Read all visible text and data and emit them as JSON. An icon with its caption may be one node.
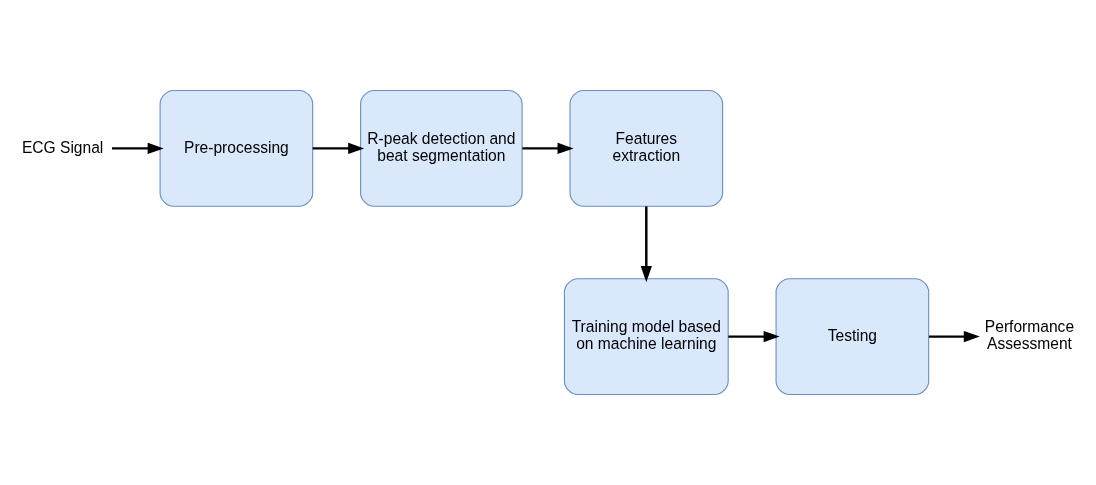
{
  "diagram": {
    "nodes": [
      {
        "text": [
          "ECG Signal"
        ]
      },
      {
        "text": [
          "Pre-processing"
        ]
      },
      {
        "text": [
          "R-peak detection and beat segmentation"
        ]
      },
      {
        "text": [
          "Features extraction"
        ]
      },
      {
        "text": [
          "Training model based on machine learning"
        ]
      },
      {
        "text": [
          "Testing"
        ]
      },
      {
        "text": [
          "Performance Assessment"
        ]
      }
    ],
    "edges": [
      {
        "from": 0,
        "to": 1,
        "arrow": "to"
      },
      {
        "from": 1,
        "to": 2,
        "arrow": "to"
      },
      {
        "from": 2,
        "to": 3,
        "arrow": "to"
      },
      {
        "from": 3,
        "to": 4,
        "arrow": "to"
      },
      {
        "from": 4,
        "to": 5,
        "arrow": "to"
      },
      {
        "from": 5,
        "to": 6,
        "arrow": "to"
      }
    ]
  }
}
